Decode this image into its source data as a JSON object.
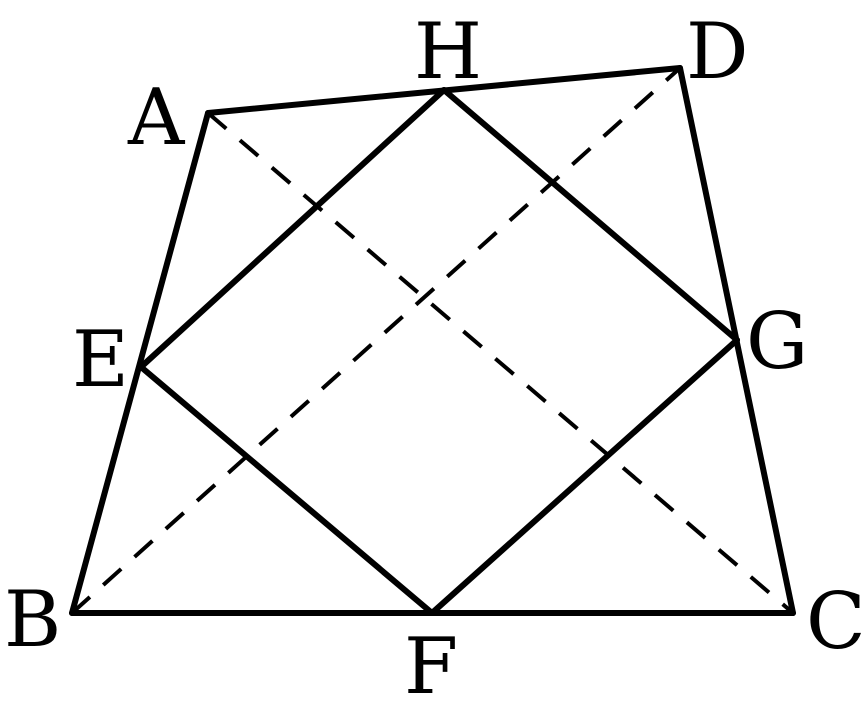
{
  "diagram": {
    "vertices": {
      "A": "A",
      "B": "B",
      "C": "C",
      "D": "D",
      "E": "E",
      "F": "F",
      "G": "G",
      "H": "H"
    },
    "outer_quadrilateral": [
      "A",
      "B",
      "C",
      "D"
    ],
    "inner_quadrilateral": [
      "E",
      "F",
      "G",
      "H"
    ],
    "midpoints": {
      "E": [
        "A",
        "B"
      ],
      "F": [
        "B",
        "C"
      ],
      "G": [
        "C",
        "D"
      ],
      "H": [
        "A",
        "D"
      ]
    },
    "dashed_diagonals": [
      [
        "A",
        "C"
      ],
      [
        "B",
        "D"
      ]
    ],
    "line_color": "#000000"
  }
}
